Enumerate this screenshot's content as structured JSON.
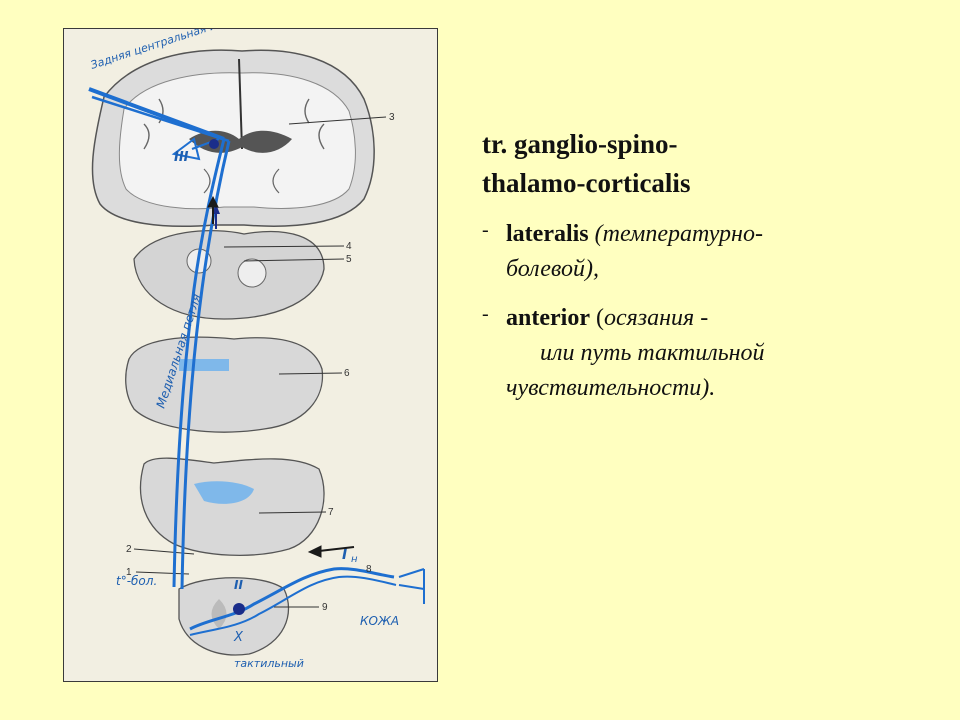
{
  "title": {
    "line1": "tr. ganglio-spino-",
    "line2": "thalamo-corticalis"
  },
  "bullets": [
    {
      "dash": "-",
      "term": "lateralis",
      "desc_line1": "(температурно-",
      "desc_line2": "болевой),"
    },
    {
      "dash": "-",
      "term": "anterior",
      "desc_line1": "осязания -",
      "desc_line2": "или  путь тактильной",
      "desc_line3": "чувствительности)."
    }
  ],
  "diagram": {
    "numbers": [
      "3",
      "4",
      "5",
      "6",
      "7",
      "8",
      "9",
      "2",
      "1"
    ],
    "handwriting": {
      "postcentral": "Задняя центральная извилина",
      "lemniscus": "Медиальная петля",
      "neuron3": "III",
      "neuron2": "II",
      "neuron1": "I",
      "neuron1_sub": "н",
      "temp_pain": "t°-бол.",
      "skin": "КОЖА",
      "tactile": "тактильный",
      "cross": "X"
    }
  },
  "colors": {
    "background": "#FFFFC0",
    "pathway": "#1e6fd0",
    "tissue": "#d8d8d8"
  }
}
